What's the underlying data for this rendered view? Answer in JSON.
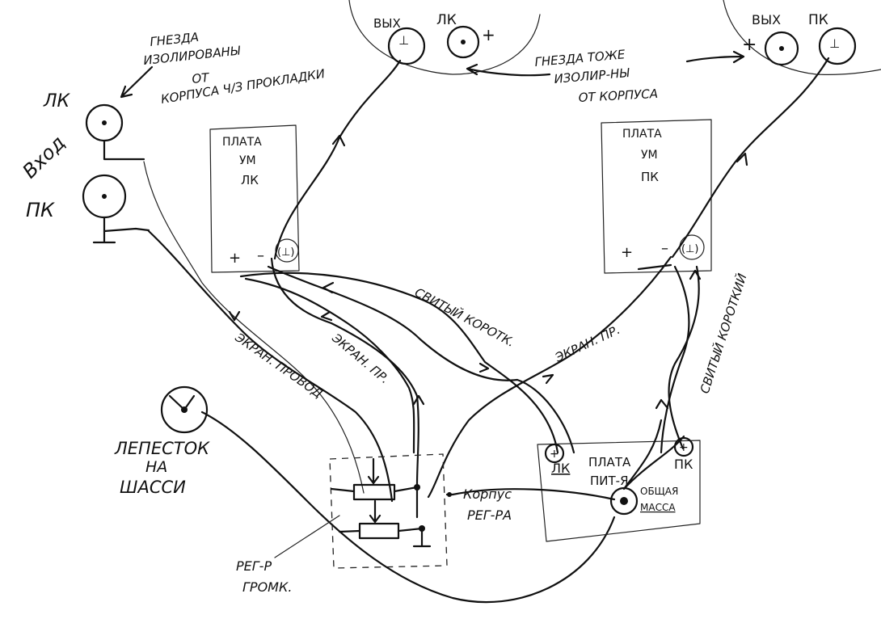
{
  "labels": {
    "lk_jack": "ЛК",
    "input_pk_line1": "Вход",
    "input_pk_line2": "ПК",
    "isolated_note_line1": "ГНЕЗДА",
    "isolated_note_line2": "ИЗОЛИРОВАНЫ",
    "isolated_note_line3": "ОТ",
    "isolated_note_line4": "КОРПУСА Ч/З ПРОКЛАДКИ",
    "out_lk_label1": "ВЫХ",
    "out_lk_label2": "ЛК",
    "out_pk_label1": "ВЫХ",
    "out_pk_label2": "ПК",
    "also_isolated_line1": "ГНЕЗДА ТОЖЕ",
    "also_isolated_line2": "ИЗОЛИР-НЫ",
    "also_isolated_line3": "ОТ КОРПУСА",
    "board_lk_line1": "ПЛАТА",
    "board_lk_line2": "УМ",
    "board_lk_line3": "ЛК",
    "board_pk_line1": "ПЛАТА",
    "board_pk_line2": "УМ",
    "board_pk_line3": "ПК",
    "twisted_short_lk": "СВИТЫЙ КОРОТК.",
    "twisted_short_pk": "СВИТЫЙ КОРОТКИЙ",
    "shielded_wire": "ЭКРАН. ПРОВОД",
    "shielded_pr_lk": "ЭКРАН. ПР.",
    "shielded_pr_pk": "ЭКРАН. ПР.",
    "chassis_lug_line1": "ЛЕПЕСТОК",
    "chassis_lug_line2": "НА",
    "chassis_lug_line3": "ШАССИ",
    "volume_pot_line1": "РЕГ-Р",
    "volume_pot_line2": "ГРОМК.",
    "reg_body_line1": "Корпус",
    "reg_body_line2": "РЕГ-РА",
    "psu_line1": "ПЛАТА",
    "psu_line2": "ПИТ-Я",
    "psu_lk": "ЛК",
    "psu_pk": "ПК",
    "common_ground_line1": "ОБЩАЯ",
    "common_ground_line2": "МАССА",
    "plus": "+",
    "minus": "–",
    "ground_symbol": "(⊥)",
    "ground_mark": "⊥"
  }
}
